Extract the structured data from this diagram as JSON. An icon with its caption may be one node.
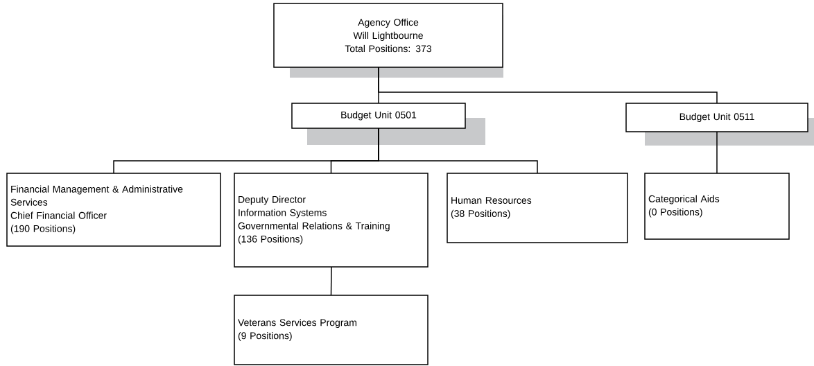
{
  "diagram": {
    "nodes": [
      {
        "text": [
          "Agency Office",
          "Will Lightbourne",
          "Total Positions: 373"
        ]
      },
      {
        "text": [
          "Budget Unit 0501"
        ]
      },
      {
        "text": [
          "Budget Unit 0511"
        ]
      },
      {
        "text": [
          "Financial Management & Administrative Services",
          "Chief Financial Officer",
          "(190 Positions)"
        ]
      },
      {
        "text": [
          "Deputy Director",
          "Information Systems",
          "Governmental Relations & Training",
          "(136 Positions)"
        ]
      },
      {
        "text": [
          "Human Resources",
          "(38 Positions)"
        ]
      },
      {
        "text": [
          "Categorical Aids",
          "(0 Positions)"
        ]
      },
      {
        "text": [
          "Veterans Services Program",
          "(9 Positions)"
        ]
      }
    ],
    "edges": [
      {
        "from": 0,
        "to": 1,
        "arrow": "none"
      },
      {
        "from": 0,
        "to": 2,
        "arrow": "none"
      },
      {
        "from": 1,
        "to": 3,
        "arrow": "none"
      },
      {
        "from": 1,
        "to": 4,
        "arrow": "none"
      },
      {
        "from": 1,
        "to": 5,
        "arrow": "none"
      },
      {
        "from": 2,
        "to": 6,
        "arrow": "none"
      },
      {
        "from": 4,
        "to": 7,
        "arrow": "none"
      }
    ]
  }
}
